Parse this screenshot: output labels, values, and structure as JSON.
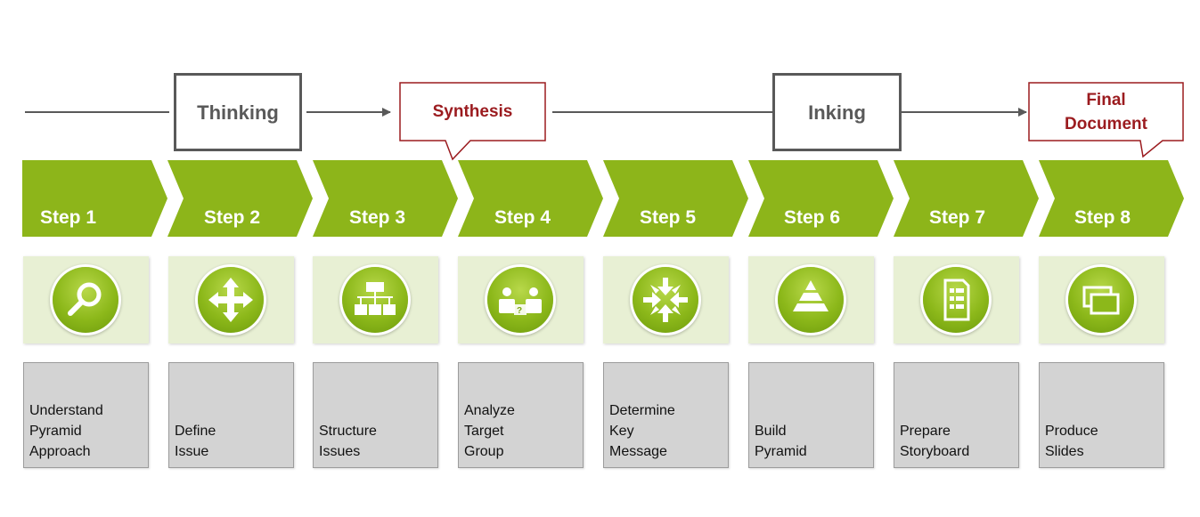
{
  "phases": [
    {
      "label_lines": [
        "Thinking"
      ],
      "style": "dark"
    },
    {
      "label_lines": [
        "Synthesis"
      ],
      "style": "red"
    },
    {
      "label_lines": [
        "Inking"
      ],
      "style": "dark"
    },
    {
      "label_lines": [
        "Final",
        "Document"
      ],
      "style": "red"
    }
  ],
  "steps": [
    {
      "label": "Step 1",
      "icon": "magnifier-icon",
      "desc_lines": [
        "Understand",
        "Pyramid",
        "Approach"
      ]
    },
    {
      "label": "Step 2",
      "icon": "four-way-arrows-icon",
      "desc_lines": [
        "Define",
        "Issue"
      ]
    },
    {
      "label": "Step 3",
      "icon": "hierarchy-icon",
      "desc_lines": [
        "Structure",
        "Issues"
      ]
    },
    {
      "label": "Step 4",
      "icon": "audience-icon",
      "desc_lines": [
        "Analyze",
        "Target",
        "Group"
      ]
    },
    {
      "label": "Step 5",
      "icon": "converging-arrows-icon",
      "desc_lines": [
        "Determine",
        "Key",
        "Message"
      ]
    },
    {
      "label": "Step 6",
      "icon": "pyramid-icon",
      "desc_lines": [
        "Build",
        "Pyramid"
      ]
    },
    {
      "label": "Step 7",
      "icon": "storyboard-icon",
      "desc_lines": [
        "Prepare",
        "Storyboard"
      ]
    },
    {
      "label": "Step 8",
      "icon": "slides-icon",
      "desc_lines": [
        "Produce",
        "Slides"
      ]
    }
  ],
  "colors": {
    "step_green": "#8db51a",
    "panel_green": "#e8f0d4",
    "desc_gray": "#d3d3d3",
    "phase_dark": "#595959",
    "phase_red": "#9b1b1f"
  }
}
